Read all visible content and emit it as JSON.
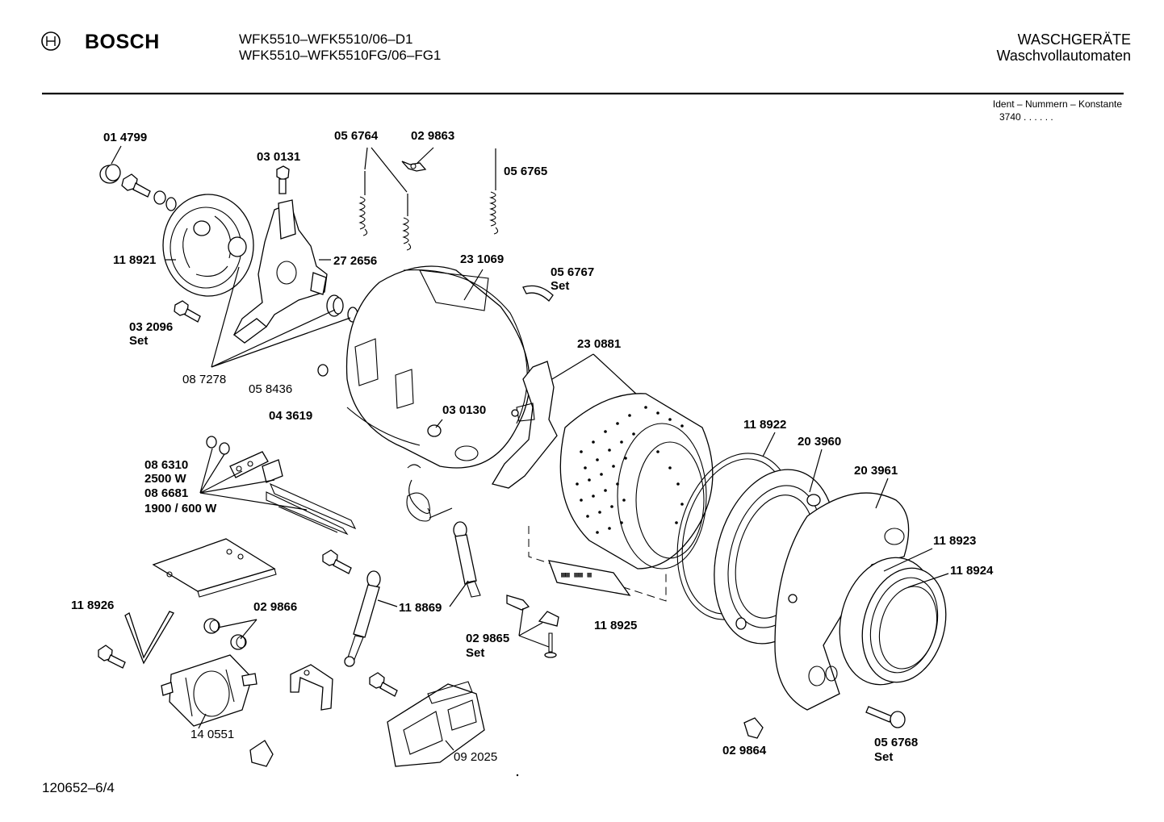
{
  "header": {
    "brand": "BOSCH",
    "brand_icon": "bosch-armature-logo",
    "model_line_1": "WFK5510–WFK5510/06–D1",
    "model_line_2": "WFK5510–WFK5510FG/06–FG1",
    "category": "WASCHGERÄTE",
    "subcategory": "Waschvollautomaten",
    "ident_caption": "Ident – Nummern – Konstante",
    "ident_value": "3740 .  .  .  .  .  ."
  },
  "footer": {
    "doc_number": "120652–6/4"
  },
  "labels": {
    "p014799": "01 4799",
    "p030131": "03 0131",
    "p056764": "05 6764",
    "p029863": "02 9863",
    "p056765": "05 6765",
    "p118921": "11 8921",
    "p272656": "27 2656",
    "p231069": "23 1069",
    "p056767": "05 6767",
    "p056767_set": "Set",
    "p032096": "03 2096",
    "p032096_set": "Set",
    "p087278": "08 7278",
    "p058436": "05 8436",
    "p043619": "04 3619",
    "p230881": "23 0881",
    "p030130": "03 0130",
    "p118922": "11 8922",
    "p203960": "20 3960",
    "p203961": "20 3961",
    "p086310": "08 6310",
    "p2500w": "2500 W",
    "p086681": "08 6681",
    "p1900w": "1900 / 600 W",
    "p118923": "11 8923",
    "p118924": "11 8924",
    "p118869": "11 8869",
    "p118925": "11 8925",
    "p118926": "11 8926",
    "p029866": "02 9866",
    "p029865": "02 9865",
    "p029865_set": "Set",
    "p140551": "14 0551",
    "p092025": "09 2025",
    "p029864": "02 9864",
    "p056768": "05 6768",
    "p056768_set": "Set"
  }
}
